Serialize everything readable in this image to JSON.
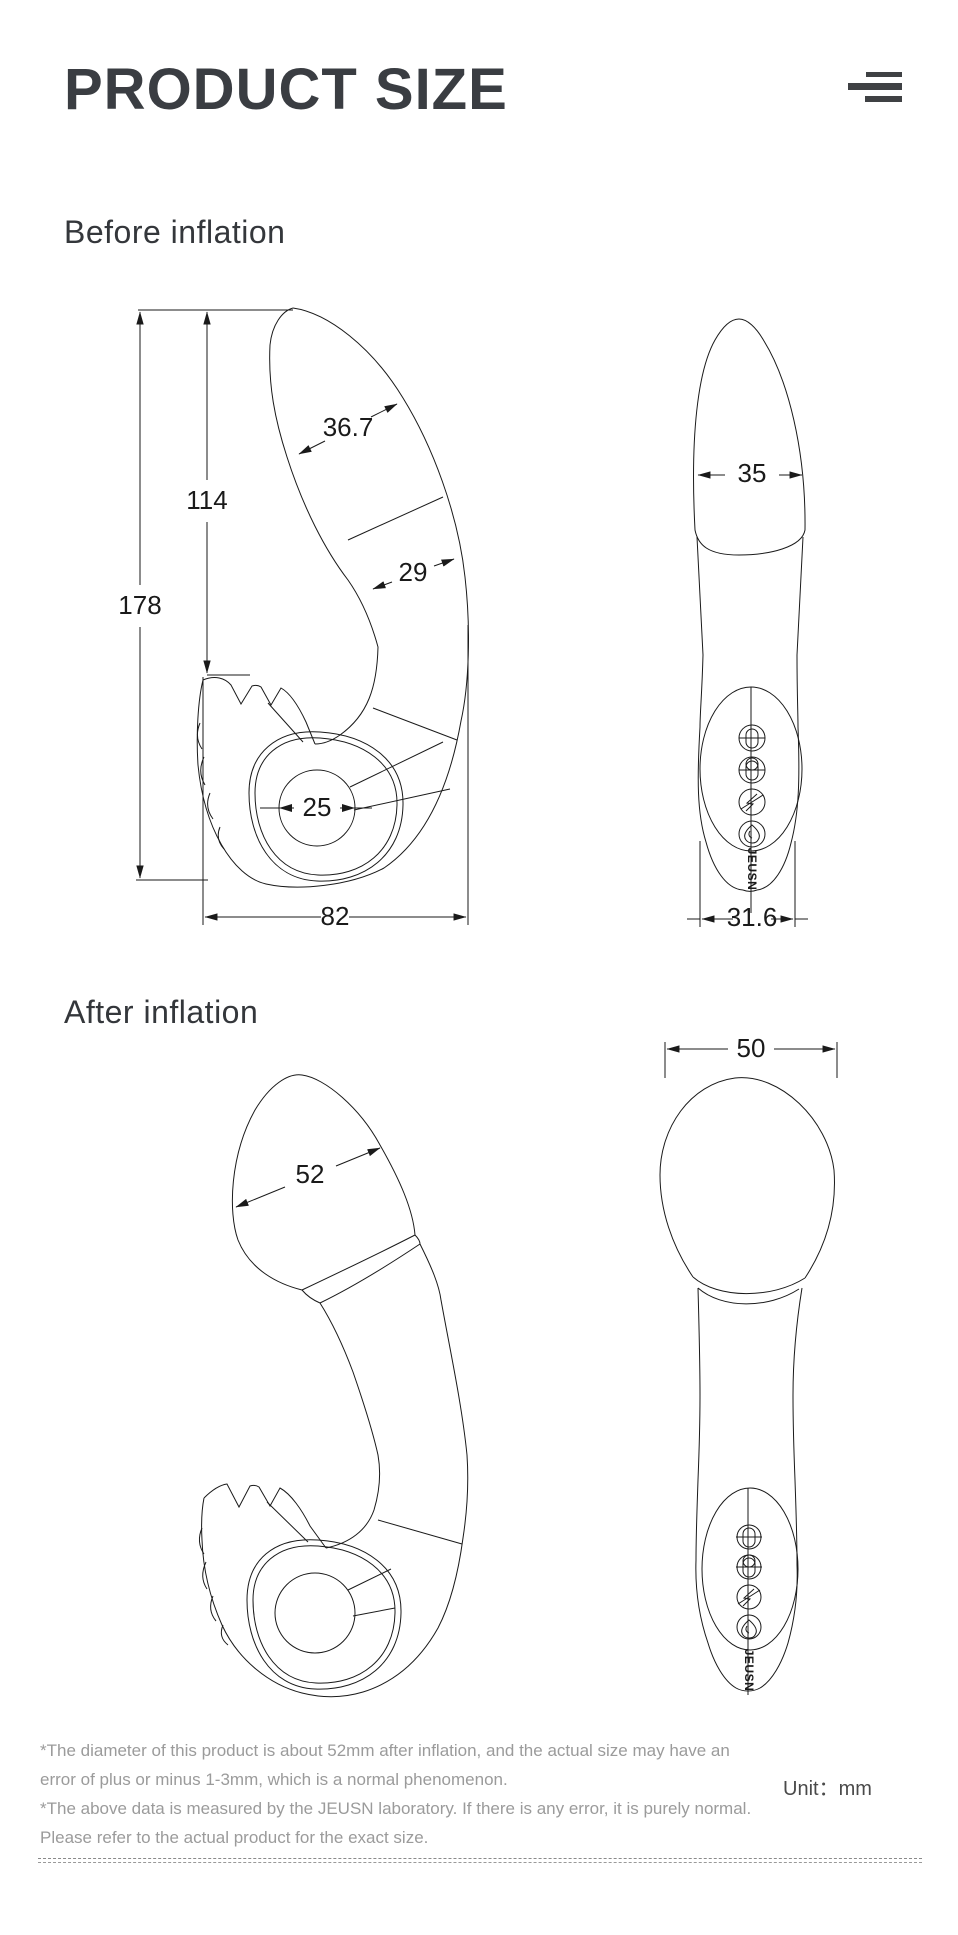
{
  "page": {
    "title": "PRODUCT SIZE",
    "unit_label": "Unit：mm"
  },
  "brand": "JEUSN",
  "colors": {
    "title_text": "#3a3d42",
    "heading_text": "#34373b",
    "drawing_line": "#1a1a1a",
    "note_text": "#9b9b9b"
  },
  "before": {
    "heading": "Before inflation",
    "side": {
      "total_length": "178",
      "insertable_length": "114",
      "head_width": "36.7",
      "shaft_width": "29",
      "ring_inner_diameter": "25",
      "base_width": "82"
    },
    "front": {
      "head_width": "35",
      "handle_width": "31.6"
    }
  },
  "after": {
    "heading": "After inflation",
    "side": {
      "head_width": "52"
    },
    "front": {
      "head_width": "50"
    }
  },
  "notes": {
    "note1": "*The diameter of this product is about 52mm after inflation, and the actual size may have an error of plus or minus 1-3mm, which is a normal phenomenon.",
    "note2": "*The above data is measured by the JEUSN laboratory. If there is any error, it is purely normal. Please refer to the actual product for the exact size."
  }
}
